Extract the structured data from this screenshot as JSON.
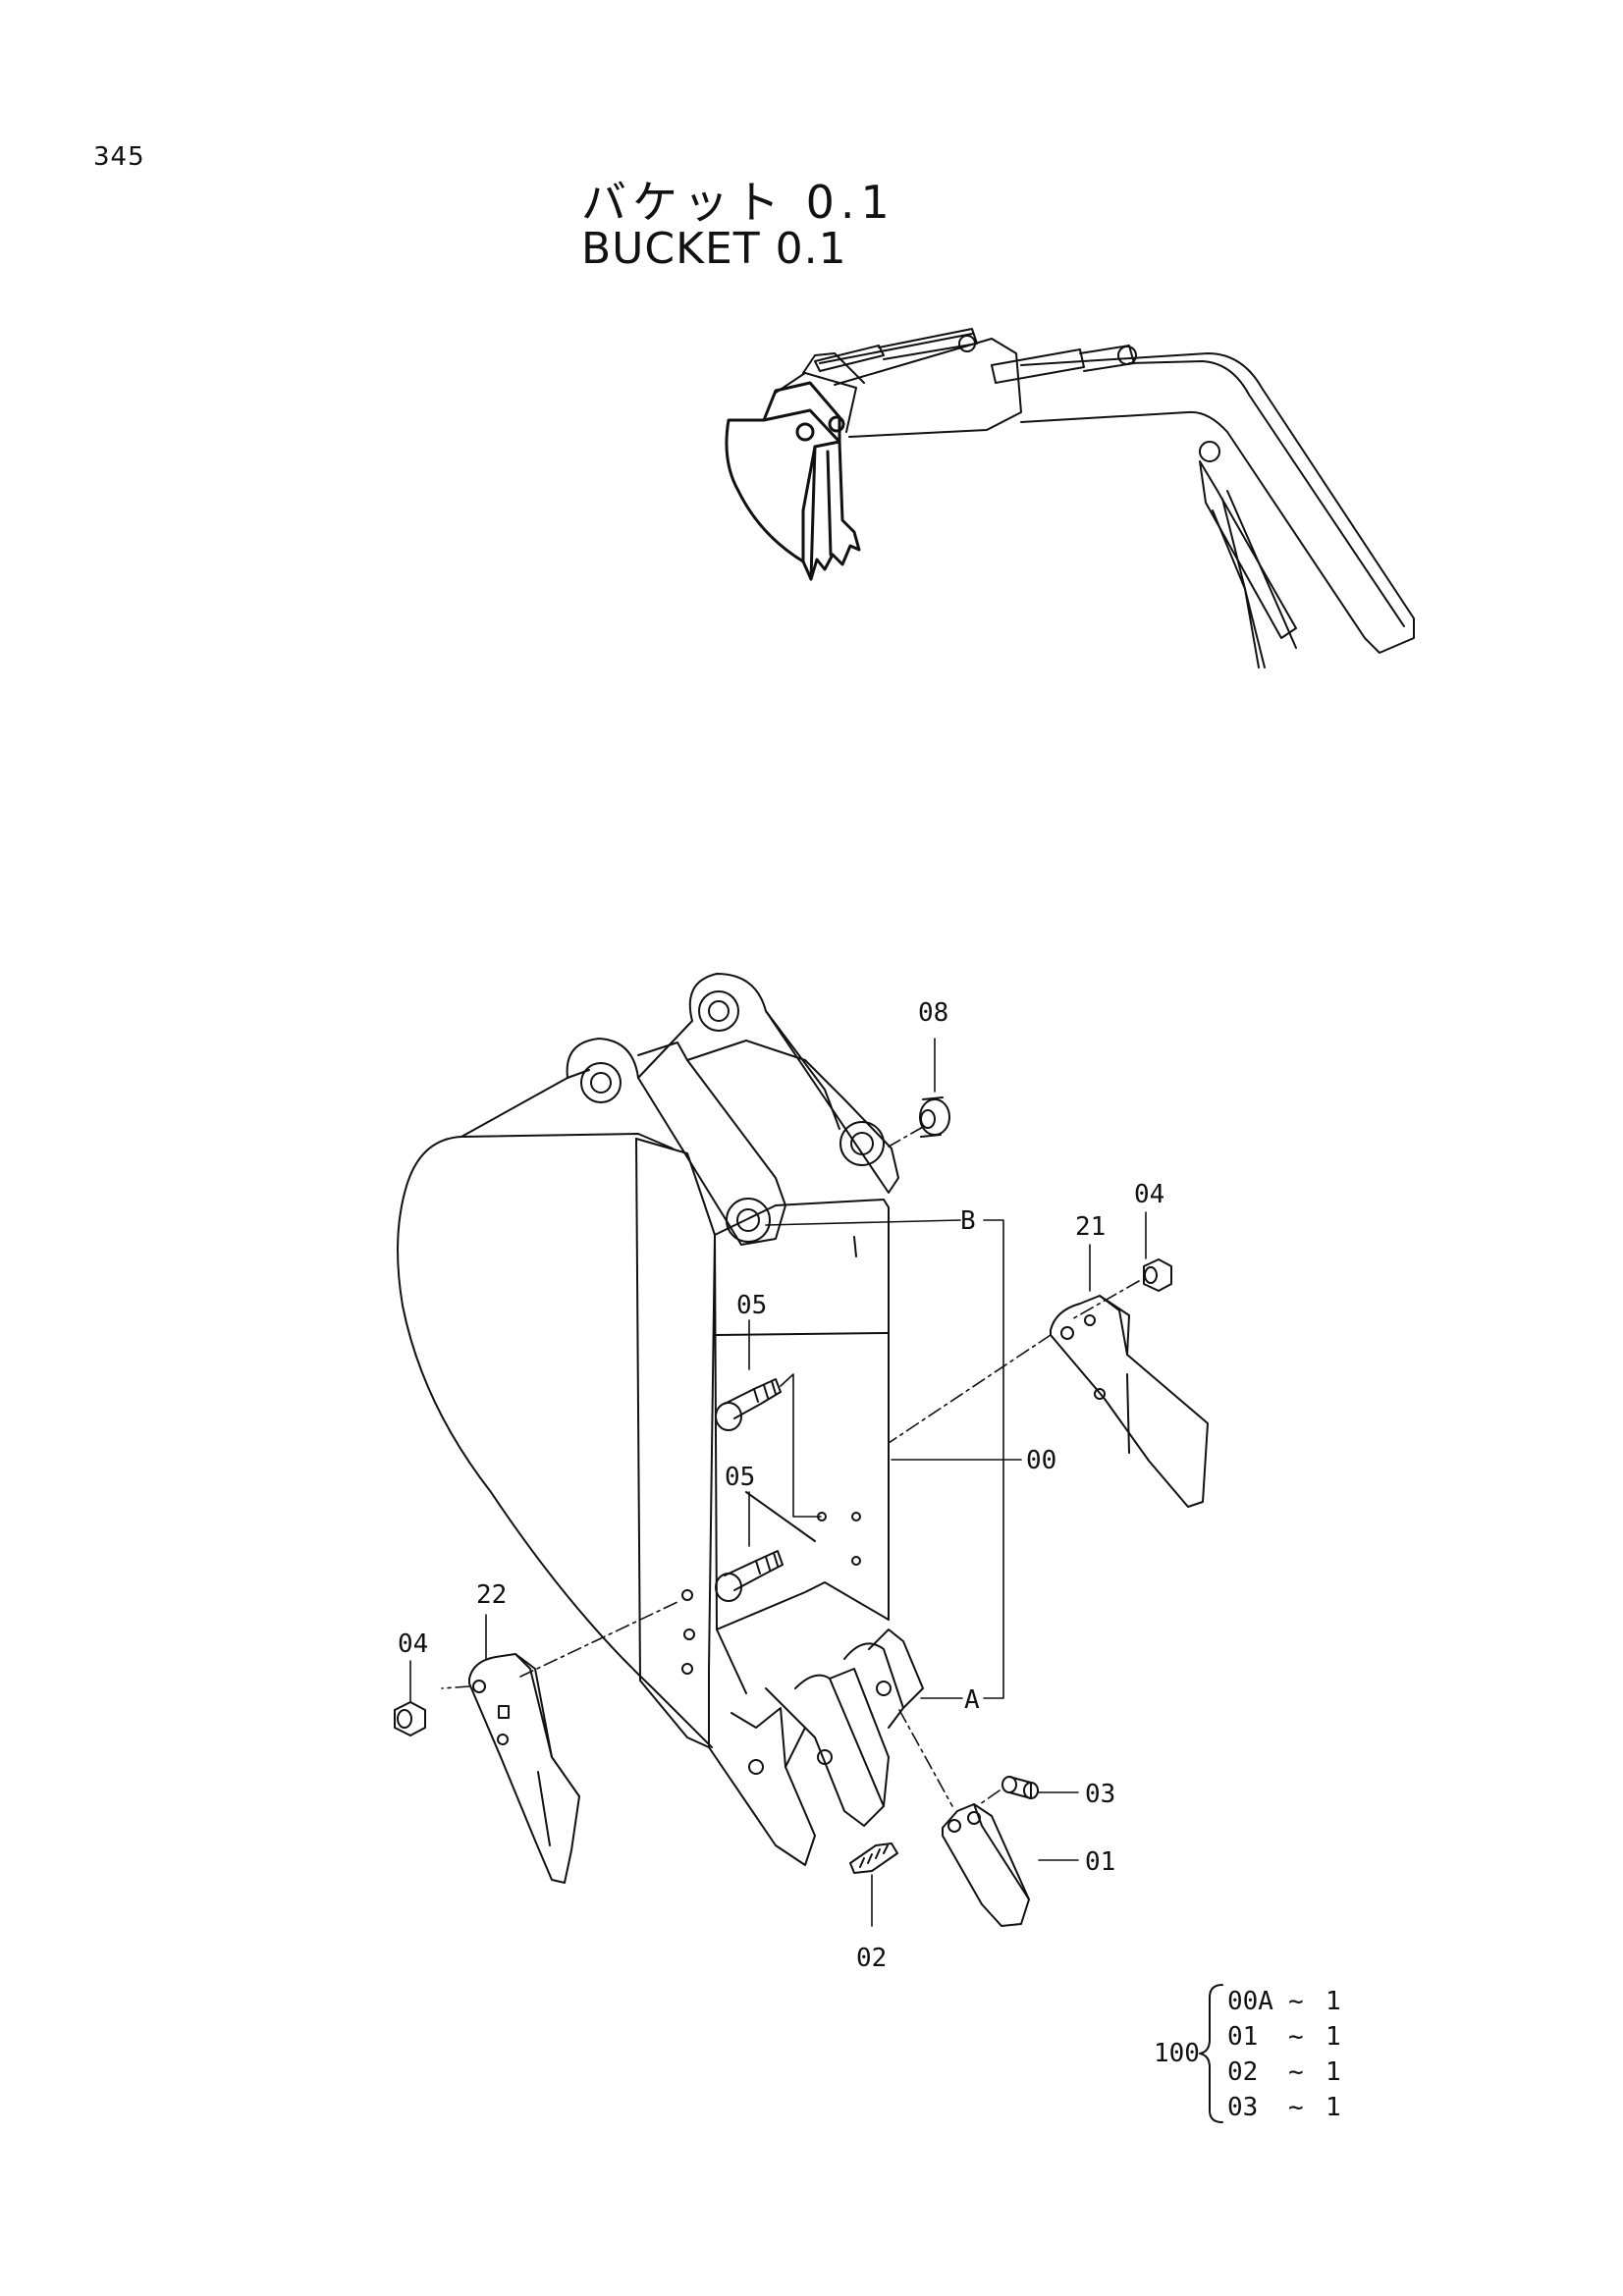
{
  "page": {
    "number": "345"
  },
  "title": {
    "japanese": "バケット 0.1",
    "english": "BUCKET 0.1"
  },
  "callouts": {
    "c08": "08",
    "cB": "B",
    "c04_right": "04",
    "c21": "21",
    "c05_upper": "05",
    "c05_lower": "05",
    "c00": "00",
    "c22": "22",
    "c04_left": "04",
    "cA": "A",
    "c03": "03",
    "c01": "01",
    "c02": "02"
  },
  "kit": {
    "number": "100",
    "items": [
      {
        "part": "00A",
        "sep": "~",
        "qty": "1"
      },
      {
        "part": "01",
        "sep": "~",
        "qty": "1"
      },
      {
        "part": "02",
        "sep": "~",
        "qty": "1"
      },
      {
        "part": "03",
        "sep": "~",
        "qty": "1"
      }
    ]
  }
}
